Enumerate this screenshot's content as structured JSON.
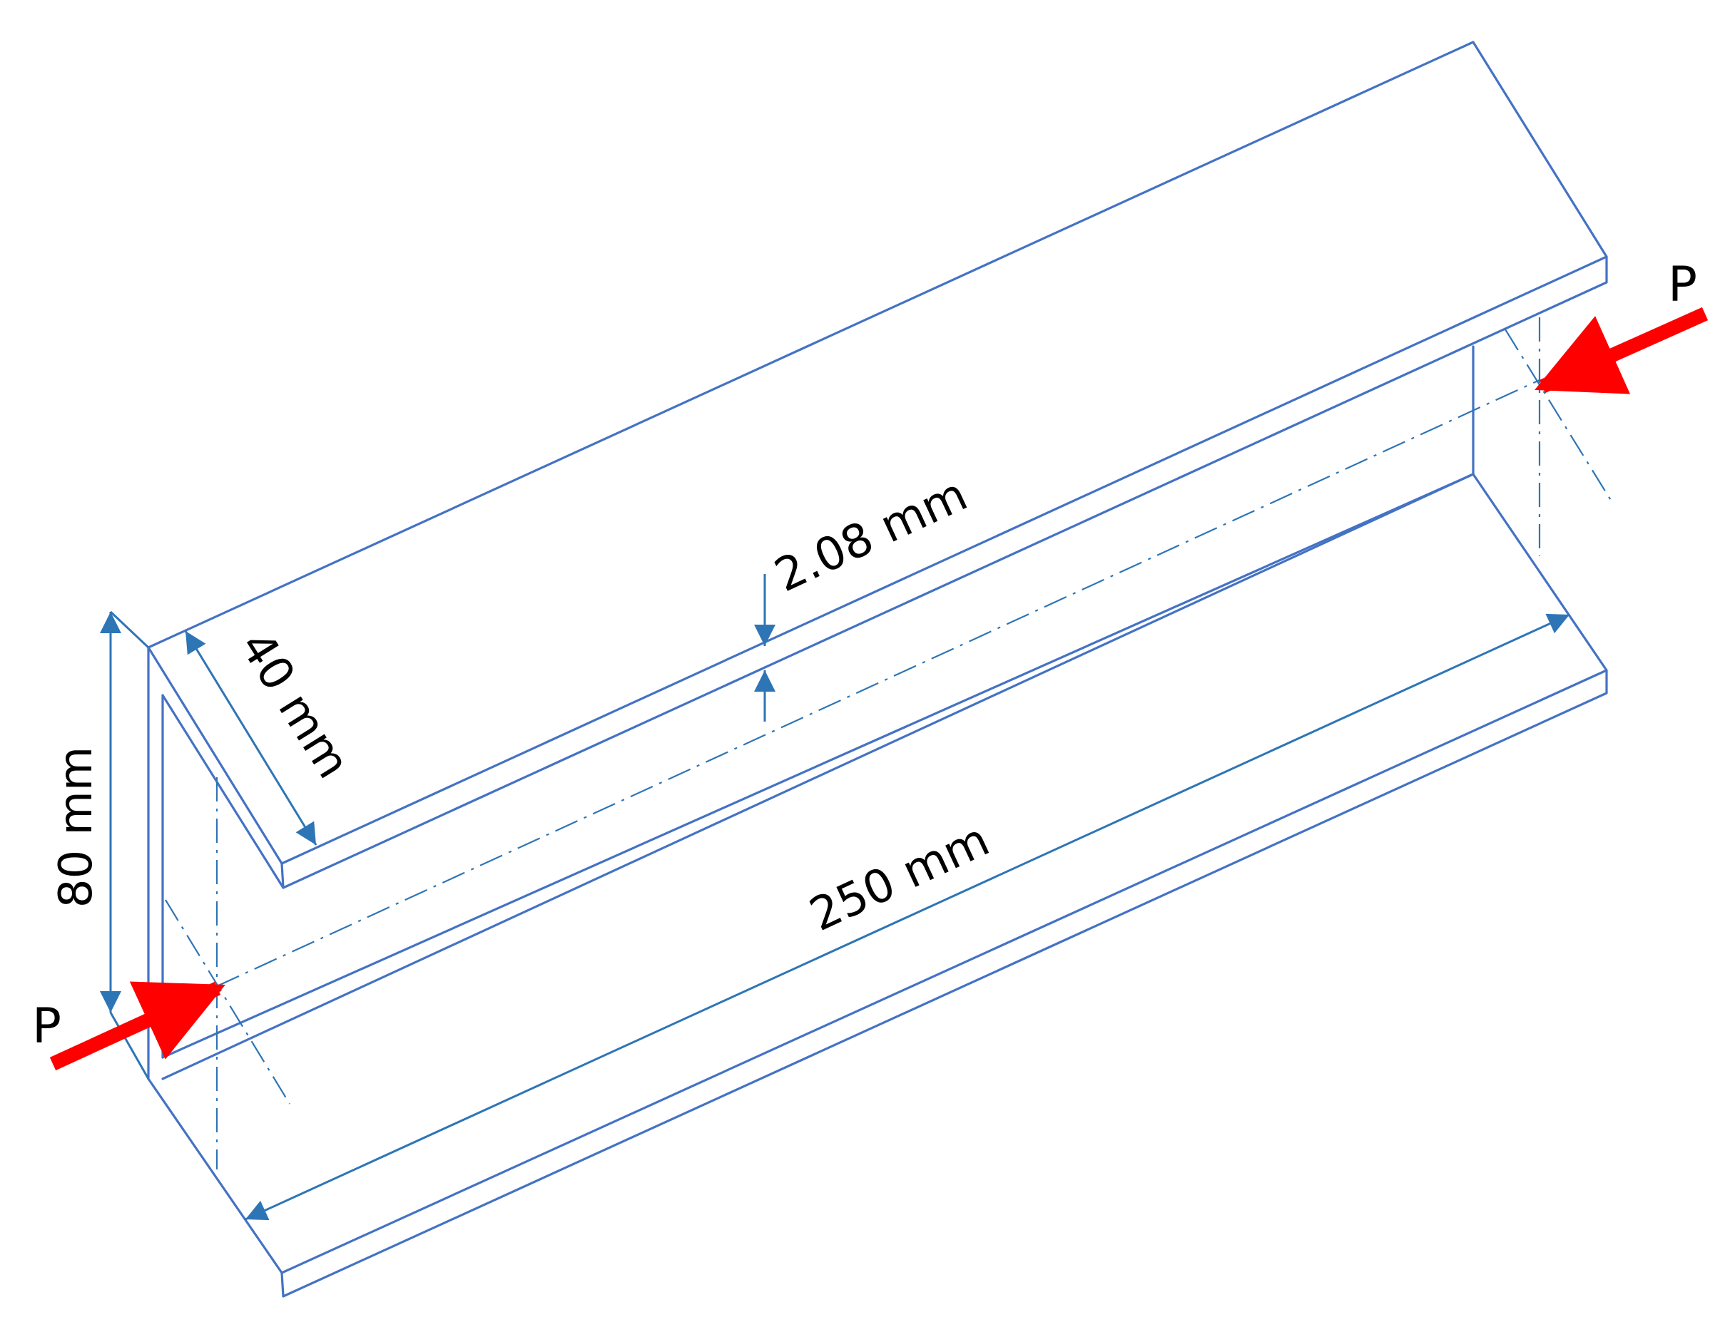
{
  "colors": {
    "outline": "#4472C4",
    "dimension": "#2E75B6",
    "force": "#FF0000",
    "text": "#000000"
  },
  "labels": {
    "web_height": "80 mm",
    "flange_width": "40 mm",
    "thickness": "2.08 mm",
    "length": "250 mm",
    "force_left": "P",
    "force_right": "P"
  }
}
